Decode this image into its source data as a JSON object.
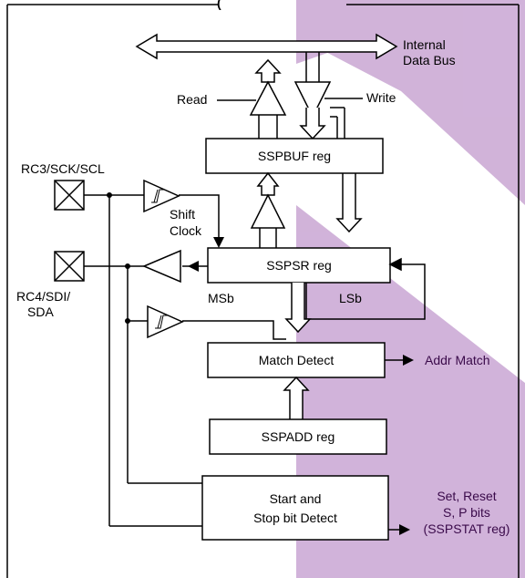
{
  "title_fragment": "(",
  "labels": {
    "internal_bus_1": "Internal",
    "internal_bus_2": "Data Bus",
    "read": "Read",
    "write": "Write",
    "sspbuf": "SSPBUF reg",
    "sspsr": "SSPSR reg",
    "match_detect": "Match Detect",
    "sspadd": "SSPADD reg",
    "start_stop_1": "Start and",
    "start_stop_2": "Stop bit Detect",
    "pin_scl": "RC3/SCK/SCL",
    "pin_sda_1": "RC4/SDI/",
    "pin_sda_2": "SDA",
    "shift_1": "Shift",
    "shift_2": "Clock",
    "msb": "MSb",
    "lsb": "LSb",
    "addr_match": "Addr Match",
    "set_reset_1": "Set, Reset",
    "set_reset_2": "S, P bits",
    "set_reset_3": "(SSPSTAT reg)"
  },
  "colors": {
    "watermark": "#c9a6d3",
    "line": "#000000",
    "dark_label": "#3a0a4a"
  }
}
